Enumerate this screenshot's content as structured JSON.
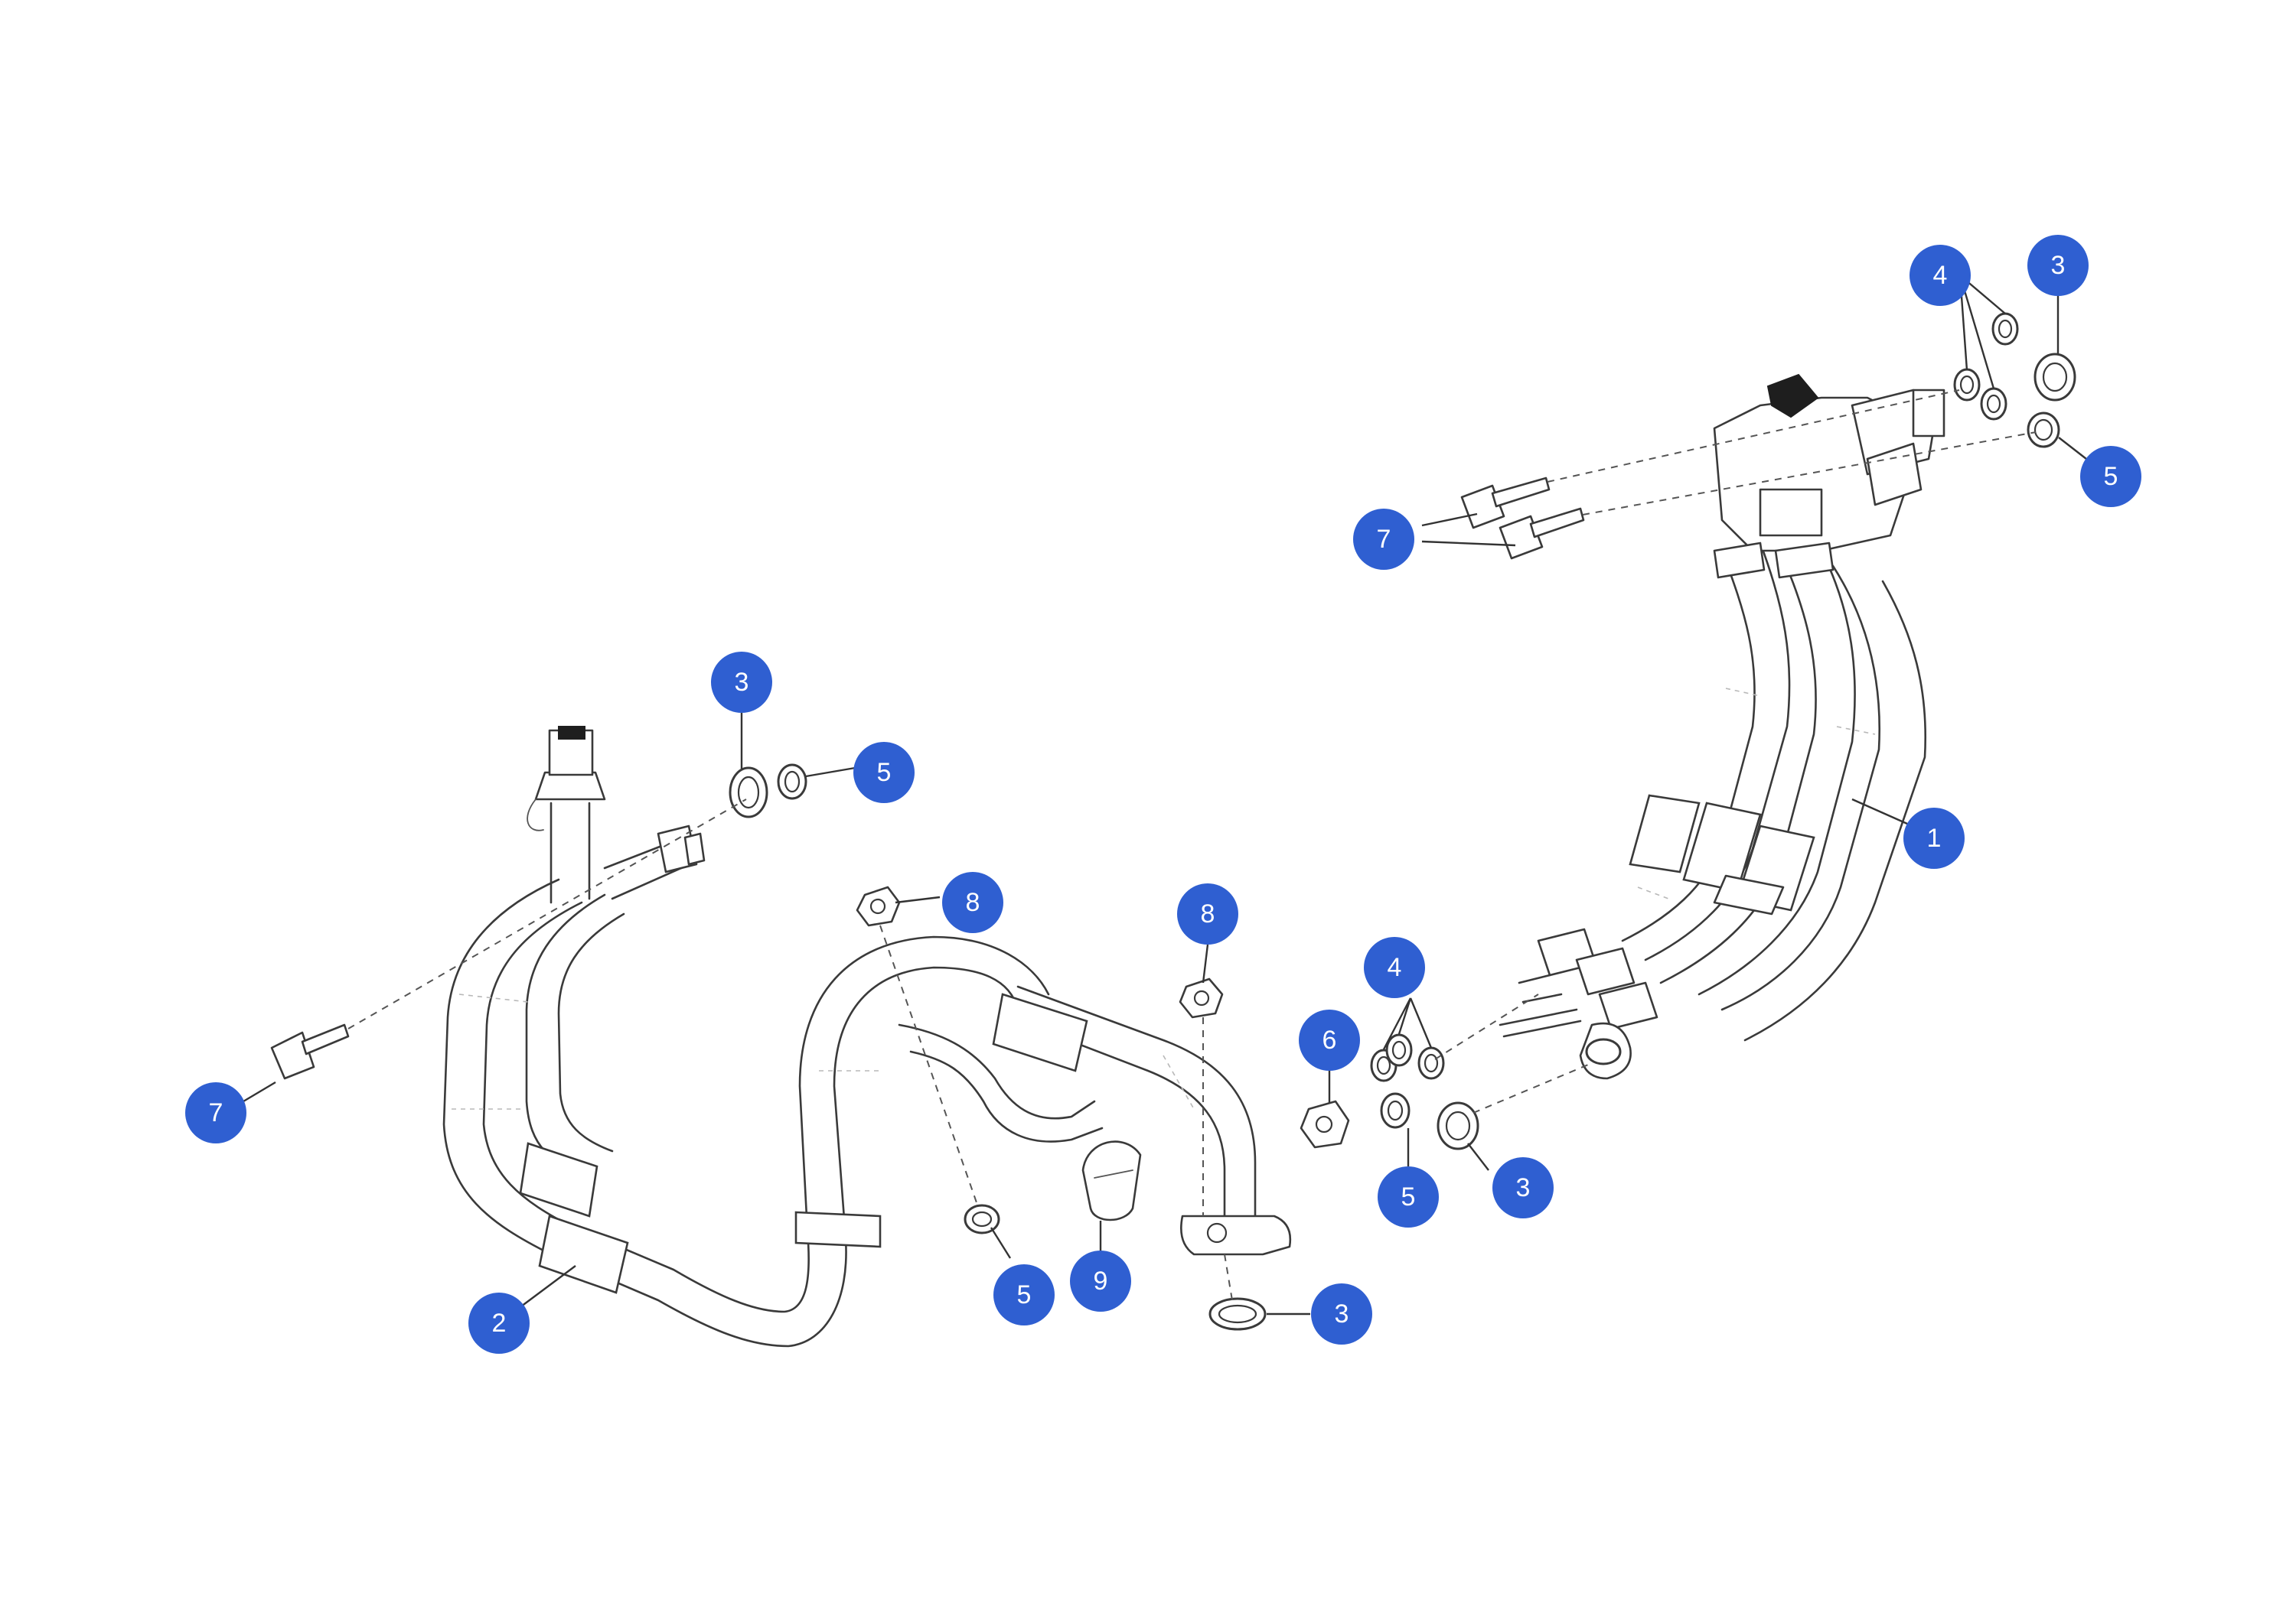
{
  "diagram": {
    "accent_color": "#2f5fd1",
    "callouts": [
      {
        "id": "c1",
        "label": "1"
      },
      {
        "id": "c2",
        "label": "2"
      },
      {
        "id": "c3a",
        "label": "3"
      },
      {
        "id": "c3b",
        "label": "3"
      },
      {
        "id": "c3c",
        "label": "3"
      },
      {
        "id": "c3d",
        "label": "3"
      },
      {
        "id": "c4a",
        "label": "4"
      },
      {
        "id": "c4b",
        "label": "4"
      },
      {
        "id": "c5a",
        "label": "5"
      },
      {
        "id": "c5b",
        "label": "5"
      },
      {
        "id": "c5c",
        "label": "5"
      },
      {
        "id": "c5d",
        "label": "5"
      },
      {
        "id": "c6",
        "label": "6"
      },
      {
        "id": "c7a",
        "label": "7"
      },
      {
        "id": "c7b",
        "label": "7"
      },
      {
        "id": "c8a",
        "label": "8"
      },
      {
        "id": "c8b",
        "label": "8"
      },
      {
        "id": "c9",
        "label": "9"
      }
    ]
  }
}
